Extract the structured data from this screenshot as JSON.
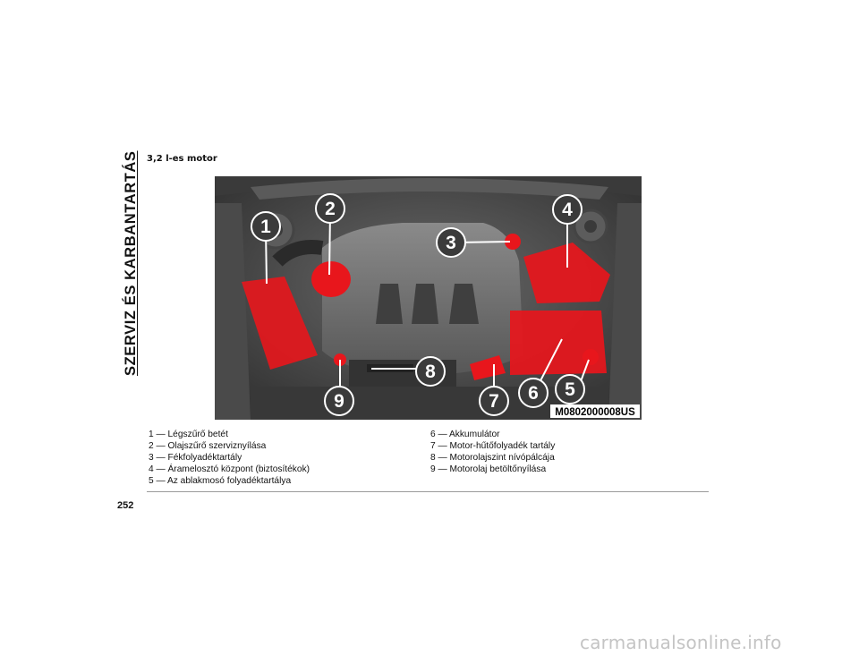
{
  "section_title": "SZERVIZ ÉS KARBANTARTÁS",
  "subtitle": "3,2 l-es motor",
  "figure": {
    "code": "M0802000008US",
    "markers": [
      "1",
      "2",
      "3",
      "4",
      "5",
      "6",
      "7",
      "8",
      "9"
    ],
    "highlight_color": "#e8161c",
    "marker_color": "#3b3b3b"
  },
  "legend": {
    "left": [
      "1 — Légszűrő betét",
      "2 — Olajszűrő szerviznyílása",
      "3 — Fékfolyadéktartály",
      "4 — Áramelosztó központ (biztosítékok)",
      "5 — Az ablakmosó folyadéktartálya"
    ],
    "right": [
      "6 — Akkumulátor",
      "7 — Motor-hűtőfolyadék tartály",
      "8 — Motorolajszint nívópálcája",
      "9 — Motorolaj betöltőnyílása"
    ]
  },
  "page_number": "252",
  "watermark": "carmanualsonline.info"
}
